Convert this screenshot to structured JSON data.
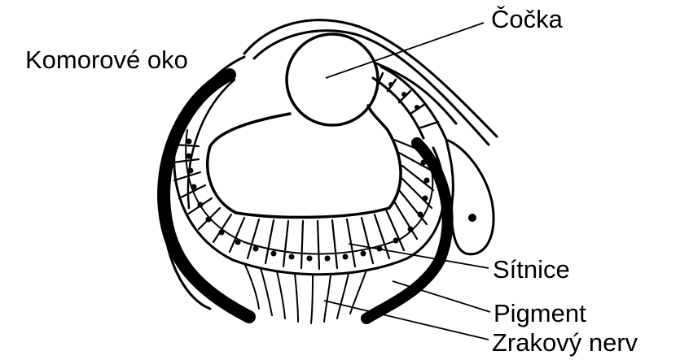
{
  "diagram": {
    "title": "Komorové oko",
    "labels": {
      "lens": "Čočka",
      "retina": "Sítnice",
      "pigment": "Pigment",
      "optic_nerve": "Zrakový nerv"
    },
    "colors": {
      "ink": "#000000",
      "paper": "#ffffff"
    }
  }
}
